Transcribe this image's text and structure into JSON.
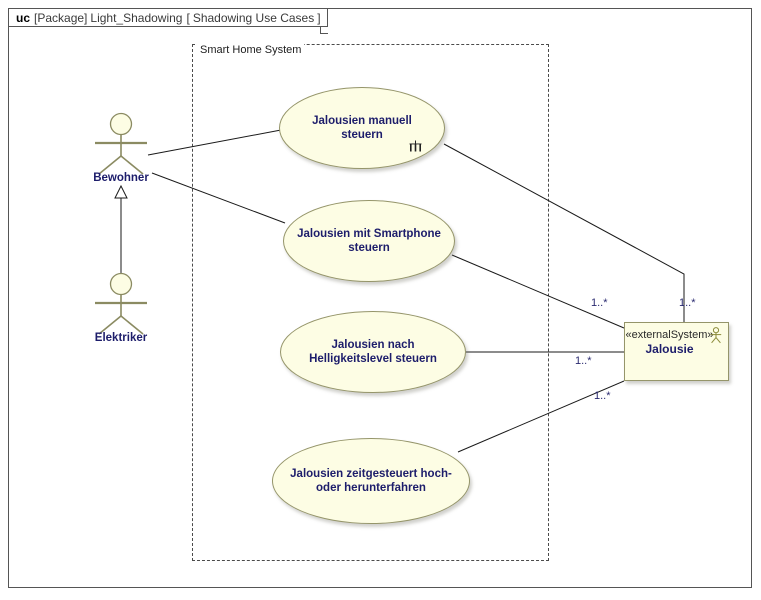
{
  "diagram": {
    "header": {
      "keyword": "uc",
      "package_tag": "[Package]",
      "package_name": "Light_Shadowing",
      "bracket_open": "[",
      "diagram_name": "Shadowing Use Cases",
      "bracket_close": "]"
    },
    "boundary": {
      "label": "Smart Home System"
    },
    "colors": {
      "element_fill": "#fdfde4",
      "element_border": "#95956a",
      "label_text": "#1d1d6b",
      "connector": "#1a1a1a",
      "multiplicity_text": "#2a2a70"
    },
    "actors": [
      {
        "name": "Bewohner",
        "icon": "actor-stick-figure-icon"
      },
      {
        "name": "Elektriker",
        "icon": "actor-stick-figure-icon"
      }
    ],
    "use_cases": [
      {
        "label": "Jalousien manuell\nsteuern",
        "marker_icon": "composite-structure-icon"
      },
      {
        "label": "Jalousien mit Smartphone\nsteuern",
        "marker_icon": ""
      },
      {
        "label": "Jalousien nach\nHelligkeitslevel steuern",
        "marker_icon": ""
      },
      {
        "label": "Jalousien zeitgesteuert hoch-\noder herunterfahren",
        "marker_icon": ""
      }
    ],
    "external_system": {
      "stereotype": "«externalSystem»",
      "name": "Jalousie",
      "icon": "actor-stick-figure-icon"
    },
    "multiplicities": [
      {
        "value": "1..*"
      },
      {
        "value": "1..*"
      },
      {
        "value": "1..*"
      },
      {
        "value": "1..*"
      }
    ],
    "relationships": [
      {
        "type": "association",
        "from": "Bewohner",
        "to": "Jalousien manuell steuern"
      },
      {
        "type": "association",
        "from": "Bewohner",
        "to": "Jalousien mit Smartphone steuern"
      },
      {
        "type": "generalization",
        "from": "Elektriker",
        "to": "Bewohner"
      },
      {
        "type": "association",
        "from": "Jalousien manuell steuern",
        "to": "Jalousie"
      },
      {
        "type": "association",
        "from": "Jalousien mit Smartphone steuern",
        "to": "Jalousie"
      },
      {
        "type": "association",
        "from": "Jalousien nach Helligkeitslevel steuern",
        "to": "Jalousie"
      },
      {
        "type": "association",
        "from": "Jalousien zeitgesteuert hoch- oder herunterfahren",
        "to": "Jalousie"
      }
    ]
  }
}
